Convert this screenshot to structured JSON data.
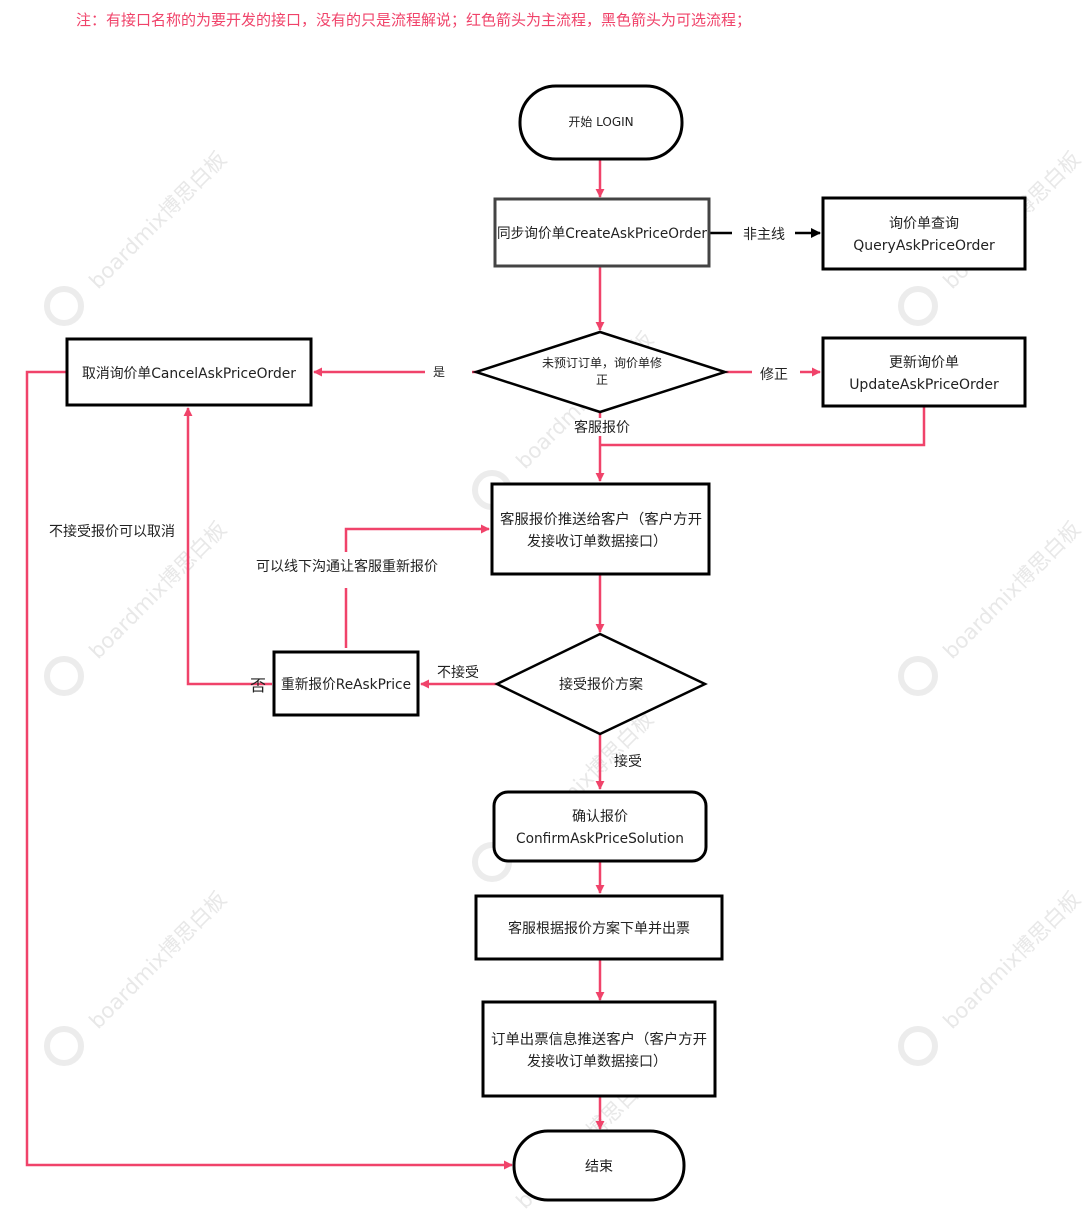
{
  "note": "注：有接口名称的为要开发的接口，没有的只是流程解说；红色箭头为主流程，黑色箭头为可选流程；",
  "watermark": "boardmix博思白板",
  "colors": {
    "main_flow": "#f0436a",
    "optional_flow": "#000000",
    "node_border": "#000000",
    "note": "#f0436a"
  },
  "nodes": {
    "start": "开始 LOGIN",
    "sync": "同步询价单CreateAskPriceOrder",
    "query": [
      "询价单查询",
      "QueryAskPriceOrder"
    ],
    "decision1": [
      "未预订订单，询价单修",
      "正"
    ],
    "cancel": "取消询价单CancelAskPriceOrder",
    "update": [
      "更新询价单",
      "UpdateAskPriceOrder"
    ],
    "push": [
      "客服报价推送给客户（客户方开",
      "发接收订单数据接口）"
    ],
    "decision2": "接受报价方案",
    "reask": "重新报价ReAskPrice",
    "confirm": [
      "确认报价",
      "ConfirmAskPriceSolution"
    ],
    "ticket": "客服根据报价方案下单并出票",
    "ticket_push": [
      "订单出票信息推送客户（客户方开",
      "发接收订单数据接口）"
    ],
    "end": "结束"
  },
  "edge_labels": {
    "non_main": "非主线",
    "yes": "是",
    "fix": "修正",
    "cs_quote": "客服报价",
    "not_accept_cancel": "不接受报价可以取消",
    "offline_requote": "可以线下沟通让客服重新报价",
    "no": "否",
    "not_accept": "不接受",
    "accept": "接受"
  }
}
